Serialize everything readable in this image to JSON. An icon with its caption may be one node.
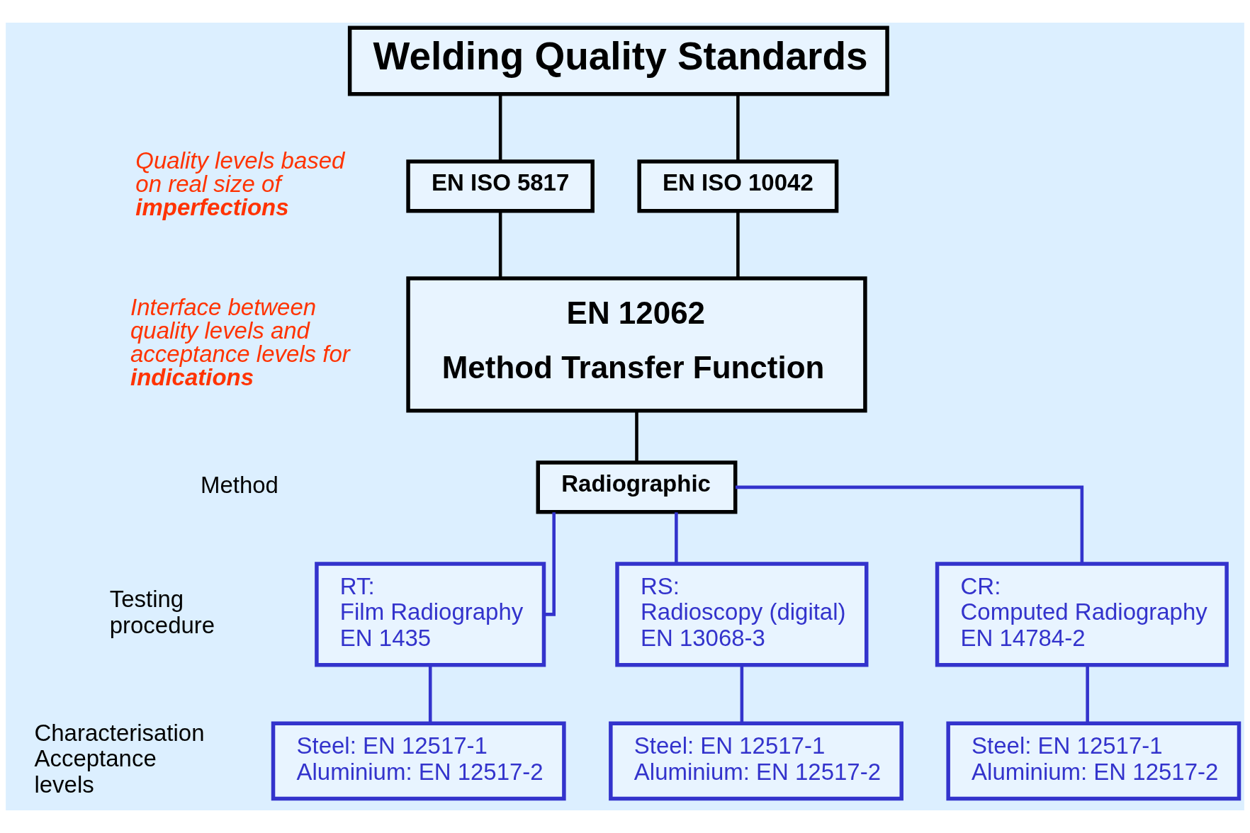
{
  "diagram": {
    "nodes": [
      {
        "text": [
          "Welding Quality Standards"
        ]
      },
      {
        "text": [
          "EN ISO 5817"
        ]
      },
      {
        "text": [
          "EN ISO 10042"
        ]
      },
      {
        "text": [
          "EN 12062",
          "Method Transfer Function"
        ]
      },
      {
        "text": [
          "Radiographic"
        ]
      },
      {
        "text": [
          "RT:",
          "Film Radiography",
          "EN 1435"
        ]
      },
      {
        "text": [
          "RS:",
          "Radioscopy (digital)",
          "EN 13068-3"
        ]
      },
      {
        "text": [
          "CR:",
          "Computed Radiography",
          "EN 14784-2"
        ]
      },
      {
        "text": [
          "Steel: EN 12517-1",
          "Aluminium: EN 12517-2"
        ]
      },
      {
        "text": [
          "Steel: EN 12517-1",
          "Aluminium: EN 12517-2"
        ]
      },
      {
        "text": [
          "Steel: EN 12517-1",
          "Aluminium: EN 12517-2"
        ]
      }
    ],
    "edges": [
      {
        "from": 0,
        "to": 1,
        "arrow": "none",
        "color": "#000000"
      },
      {
        "from": 0,
        "to": 2,
        "arrow": "none",
        "color": "#000000"
      },
      {
        "from": 1,
        "to": 3,
        "arrow": "none",
        "color": "#000000"
      },
      {
        "from": 2,
        "to": 3,
        "arrow": "none",
        "color": "#000000"
      },
      {
        "from": 3,
        "to": 4,
        "arrow": "none",
        "color": "#000000"
      },
      {
        "from": 4,
        "to": 5,
        "arrow": "none"
      },
      {
        "from": 4,
        "to": 6,
        "arrow": "none"
      },
      {
        "from": 4,
        "to": 7,
        "arrow": "none"
      },
      {
        "from": 5,
        "to": 8,
        "arrow": "none"
      },
      {
        "from": 6,
        "to": 9,
        "arrow": "none"
      },
      {
        "from": 7,
        "to": 10,
        "arrow": "none"
      }
    ],
    "labels": [
      "Quality levels based on real size of **imperfections**",
      "Interface between quality levels and acceptance levels for **indications**",
      "Method",
      "Testing procedure",
      "Characterisation Acceptance levels"
    ]
  }
}
